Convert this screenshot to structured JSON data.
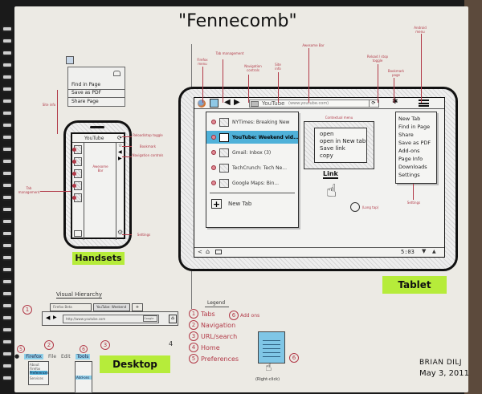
{
  "title": "\"Fennecomb\"",
  "tablet": {
    "label": "Tablet",
    "annotations": {
      "firefox_menu": "Firefox menu",
      "tab_management": "Tab management",
      "navigation_controls": "Navigation controls",
      "site_info": "Site info",
      "awesome_bar": "Awesome Bar",
      "reload_stop": "Reload / stop toggle",
      "bookmark_page": "Bookmark page",
      "android_menu": "Android menu",
      "contextual_menu": "Contextual menu",
      "settings": "Settings",
      "long_tap": "(Long tap)"
    },
    "toolbar": {
      "site_title": "YouTube",
      "url": "(www.youtube.com)"
    },
    "tabs": [
      {
        "label": "NYTimes: Breaking New"
      },
      {
        "label": "YouTube: Weekend vid...",
        "selected": true
      },
      {
        "label": "Gmail: Inbox (3)"
      },
      {
        "label": "TechCrunch: Tech Ne..."
      },
      {
        "label": "Google Maps: Bin..."
      }
    ],
    "new_tab_label": "New Tab",
    "context_menu": [
      "open",
      "open in New tab",
      "Save link",
      "copy"
    ],
    "link_label": "Link",
    "overflow_menu": [
      "New Tab",
      "Find in Page",
      "Share",
      "Save as PDF",
      "Add-ons",
      "Page Info",
      "Downloads",
      "Settings"
    ],
    "statusbar": {
      "time": "5:03"
    }
  },
  "handset": {
    "label": "Handsets",
    "site_title": "YouTube",
    "popup_menu": [
      "Find in Page",
      "Save as PDF",
      "Share Page"
    ],
    "annotations": {
      "site_info": "Site info",
      "tab_management": "Tab management",
      "reload_stop": "Reload/stop toggle",
      "bookmark": "Bookmark",
      "navigation_controls": "Navigation controls",
      "awesome_bar": "Awesome Bar",
      "settings": "Settings"
    }
  },
  "desktop": {
    "label": "Desktop",
    "heading": "Visual Hierarchy",
    "tabs": [
      "Firefox Beta",
      "YouTube: Weekend vid",
      "+"
    ],
    "url": "http://www.youtube.com",
    "search": "Google",
    "menubar": [
      "Firefox",
      "File",
      "Edit",
      "Tools"
    ],
    "firefox_menu": [
      "About Firefox",
      "Preferences",
      "Services"
    ],
    "tools_menu_item": "Add-ons",
    "markers": [
      "1",
      "2",
      "3",
      "4",
      "5",
      "6"
    ]
  },
  "legend": {
    "heading": "Legend",
    "items": [
      {
        "num": "1",
        "label": "Tabs"
      },
      {
        "num": "2",
        "label": "Navigation"
      },
      {
        "num": "3",
        "label": "URL/search"
      },
      {
        "num": "4",
        "label": "Home"
      },
      {
        "num": "5",
        "label": "Preferences"
      },
      {
        "num": "6",
        "label": "Add ons"
      }
    ],
    "right_click": "(Right-click)"
  },
  "signature": {
    "author": "BRIAN DILJ",
    "date": "May 3, 2011"
  },
  "colors": {
    "highlight": "#b6ec3a",
    "annotation": "#b23a48",
    "selection": "#4fb1d9"
  }
}
